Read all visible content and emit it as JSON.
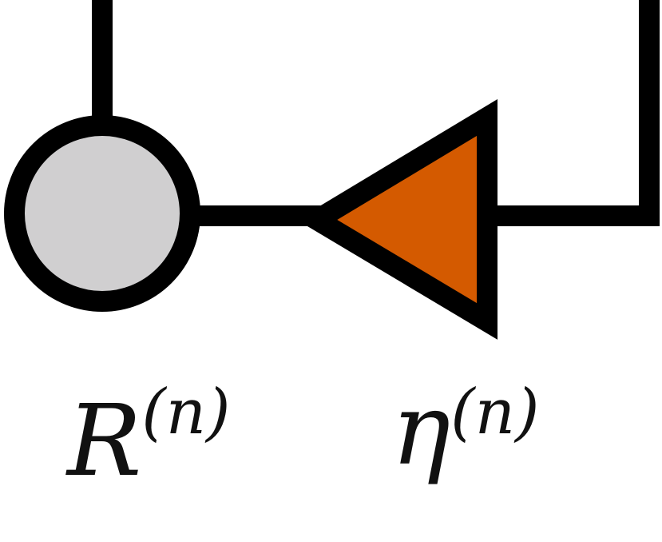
{
  "colors": {
    "stroke": "#000000",
    "node_fill": "#d0cfd0",
    "triangle_fill": "#d45a00"
  },
  "nodes": {
    "r_node": {
      "symbol": "R",
      "superscript": "(n)"
    },
    "eta_node": {
      "symbol": "η",
      "superscript": "(n)"
    }
  }
}
